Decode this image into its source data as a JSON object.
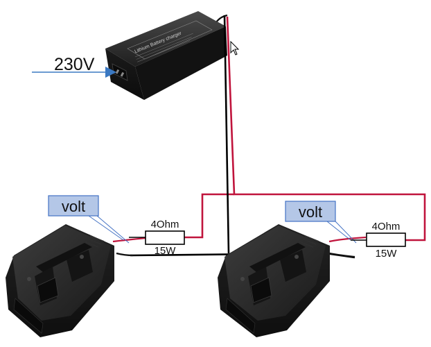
{
  "supply": {
    "input_label": "230V",
    "case_label": "Lithium Battery charger"
  },
  "left_channel": {
    "volt_label": "volt",
    "resistance": "4Ohm",
    "power": "15W"
  },
  "right_channel": {
    "volt_label": "volt",
    "resistance": "4Ohm",
    "power": "15W"
  },
  "colors": {
    "positive_wire": "#c0143c",
    "negative_wire": "#000000",
    "volt_fill": "#b4c7e7",
    "volt_border": "#4472c4",
    "input_arrow": "#3a78c2",
    "adapter_body": "#232323"
  }
}
